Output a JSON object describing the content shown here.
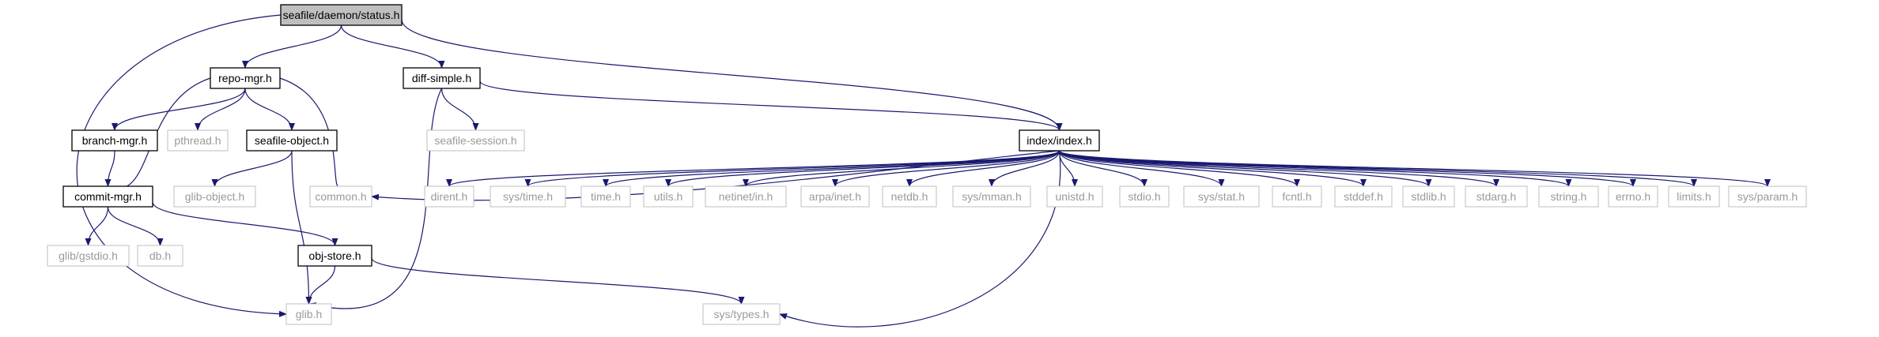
{
  "graph": {
    "title": "seafile/daemon/status.h",
    "colors": {
      "edge": "#191970",
      "root_fill": "#bfbfbf",
      "node_border": "#000000",
      "external_border": "#bfbfbf",
      "external_text": "#9a9a9a"
    },
    "nodes": [
      {
        "id": "status",
        "label": "seafile/daemon/status.h",
        "kind": "root"
      },
      {
        "id": "repo_mgr",
        "label": "repo-mgr.h",
        "kind": "local"
      },
      {
        "id": "diff_simple",
        "label": "diff-simple.h",
        "kind": "local"
      },
      {
        "id": "index",
        "label": "index/index.h",
        "kind": "local"
      },
      {
        "id": "branch_mgr",
        "label": "branch-mgr.h",
        "kind": "local"
      },
      {
        "id": "pthread",
        "label": "pthread.h",
        "kind": "external"
      },
      {
        "id": "seafile_object",
        "label": "seafile-object.h",
        "kind": "local"
      },
      {
        "id": "seafile_session",
        "label": "seafile-session.h",
        "kind": "external"
      },
      {
        "id": "commit_mgr",
        "label": "commit-mgr.h",
        "kind": "local"
      },
      {
        "id": "glib_object",
        "label": "glib-object.h",
        "kind": "external"
      },
      {
        "id": "common",
        "label": "common.h",
        "kind": "external"
      },
      {
        "id": "dirent",
        "label": "dirent.h",
        "kind": "external"
      },
      {
        "id": "sys_time",
        "label": "sys/time.h",
        "kind": "external"
      },
      {
        "id": "time",
        "label": "time.h",
        "kind": "external"
      },
      {
        "id": "utils",
        "label": "utils.h",
        "kind": "external"
      },
      {
        "id": "netinet_in",
        "label": "netinet/in.h",
        "kind": "external"
      },
      {
        "id": "arpa_inet",
        "label": "arpa/inet.h",
        "kind": "external"
      },
      {
        "id": "netdb",
        "label": "netdb.h",
        "kind": "external"
      },
      {
        "id": "sys_mman",
        "label": "sys/mman.h",
        "kind": "external"
      },
      {
        "id": "unistd",
        "label": "unistd.h",
        "kind": "external"
      },
      {
        "id": "stdio",
        "label": "stdio.h",
        "kind": "external"
      },
      {
        "id": "sys_stat",
        "label": "sys/stat.h",
        "kind": "external"
      },
      {
        "id": "fcntl",
        "label": "fcntl.h",
        "kind": "external"
      },
      {
        "id": "stddef",
        "label": "stddef.h",
        "kind": "external"
      },
      {
        "id": "stdlib",
        "label": "stdlib.h",
        "kind": "external"
      },
      {
        "id": "stdarg",
        "label": "stdarg.h",
        "kind": "external"
      },
      {
        "id": "string",
        "label": "string.h",
        "kind": "external"
      },
      {
        "id": "errno",
        "label": "errno.h",
        "kind": "external"
      },
      {
        "id": "limits",
        "label": "limits.h",
        "kind": "external"
      },
      {
        "id": "sys_param",
        "label": "sys/param.h",
        "kind": "external"
      },
      {
        "id": "glib_gstdio",
        "label": "glib/gstdio.h",
        "kind": "external"
      },
      {
        "id": "db",
        "label": "db.h",
        "kind": "external"
      },
      {
        "id": "obj_store",
        "label": "obj-store.h",
        "kind": "local"
      },
      {
        "id": "glib",
        "label": "glib.h",
        "kind": "external"
      },
      {
        "id": "sys_types",
        "label": "sys/types.h",
        "kind": "external"
      }
    ],
    "edges": [
      {
        "from": "status",
        "to": "glib"
      },
      {
        "from": "status",
        "to": "repo_mgr"
      },
      {
        "from": "status",
        "to": "diff_simple"
      },
      {
        "from": "status",
        "to": "index"
      },
      {
        "from": "repo_mgr",
        "to": "commit_mgr"
      },
      {
        "from": "repo_mgr",
        "to": "branch_mgr"
      },
      {
        "from": "repo_mgr",
        "to": "pthread"
      },
      {
        "from": "repo_mgr",
        "to": "seafile_object"
      },
      {
        "from": "repo_mgr",
        "to": "common"
      },
      {
        "from": "branch_mgr",
        "to": "commit_mgr"
      },
      {
        "from": "seafile_object",
        "to": "glib_object"
      },
      {
        "from": "seafile_object",
        "to": "glib"
      },
      {
        "from": "commit_mgr",
        "to": "glib_gstdio"
      },
      {
        "from": "commit_mgr",
        "to": "db"
      },
      {
        "from": "commit_mgr",
        "to": "obj_store"
      },
      {
        "from": "obj_store",
        "to": "glib"
      },
      {
        "from": "obj_store",
        "to": "sys_types"
      },
      {
        "from": "diff_simple",
        "to": "glib"
      },
      {
        "from": "diff_simple",
        "to": "seafile_session"
      },
      {
        "from": "diff_simple",
        "to": "index"
      },
      {
        "from": "index",
        "to": "common"
      },
      {
        "from": "index",
        "to": "dirent"
      },
      {
        "from": "index",
        "to": "sys_time"
      },
      {
        "from": "index",
        "to": "time"
      },
      {
        "from": "index",
        "to": "utils"
      },
      {
        "from": "index",
        "to": "netinet_in"
      },
      {
        "from": "index",
        "to": "arpa_inet"
      },
      {
        "from": "index",
        "to": "netdb"
      },
      {
        "from": "index",
        "to": "sys_mman"
      },
      {
        "from": "index",
        "to": "unistd"
      },
      {
        "from": "index",
        "to": "stdio"
      },
      {
        "from": "index",
        "to": "sys_stat"
      },
      {
        "from": "index",
        "to": "fcntl"
      },
      {
        "from": "index",
        "to": "stddef"
      },
      {
        "from": "index",
        "to": "stdlib"
      },
      {
        "from": "index",
        "to": "stdarg"
      },
      {
        "from": "index",
        "to": "string"
      },
      {
        "from": "index",
        "to": "errno"
      },
      {
        "from": "index",
        "to": "limits"
      },
      {
        "from": "index",
        "to": "sys_param"
      },
      {
        "from": "index",
        "to": "sys_types"
      }
    ]
  }
}
